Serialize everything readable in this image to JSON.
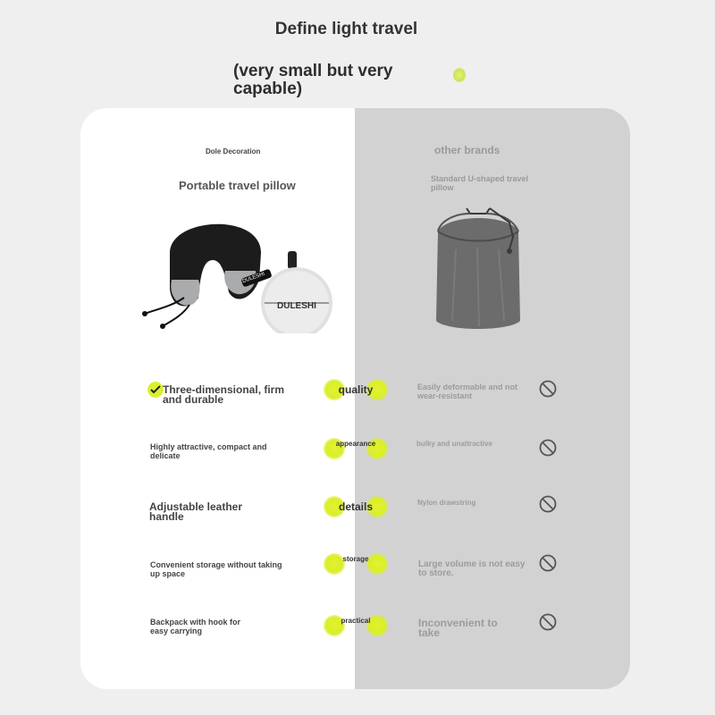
{
  "header": {
    "title": "Define light travel",
    "subtitle": "(very small but very capable)"
  },
  "left": {
    "brand": "Dole Decoration",
    "product": "Portable travel pillow",
    "pillow_logo": "DULESHI",
    "rows": [
      "Three-dimensional, firm and durable",
      "Highly attractive, compact and delicate",
      "Adjustable leather handle",
      "Convenient storage without taking up space",
      "Backpack with hook for easy carrying"
    ]
  },
  "categories": [
    "quality",
    "appearance",
    "details",
    "storage",
    "practical"
  ],
  "right": {
    "brand": "other brands",
    "product": "Standard U-shaped travel pillow",
    "rows": [
      "Easily deformable and not wear-resistant",
      "bulky and unattractive",
      "Nylon drawstring",
      "Large volume is not easy to store.",
      "Inconvenient to take"
    ]
  },
  "colors": {
    "accent": "#d9ee2a",
    "left_panel": "#ffffff",
    "right_panel": "#d2d2d2",
    "background": "#efefef"
  }
}
